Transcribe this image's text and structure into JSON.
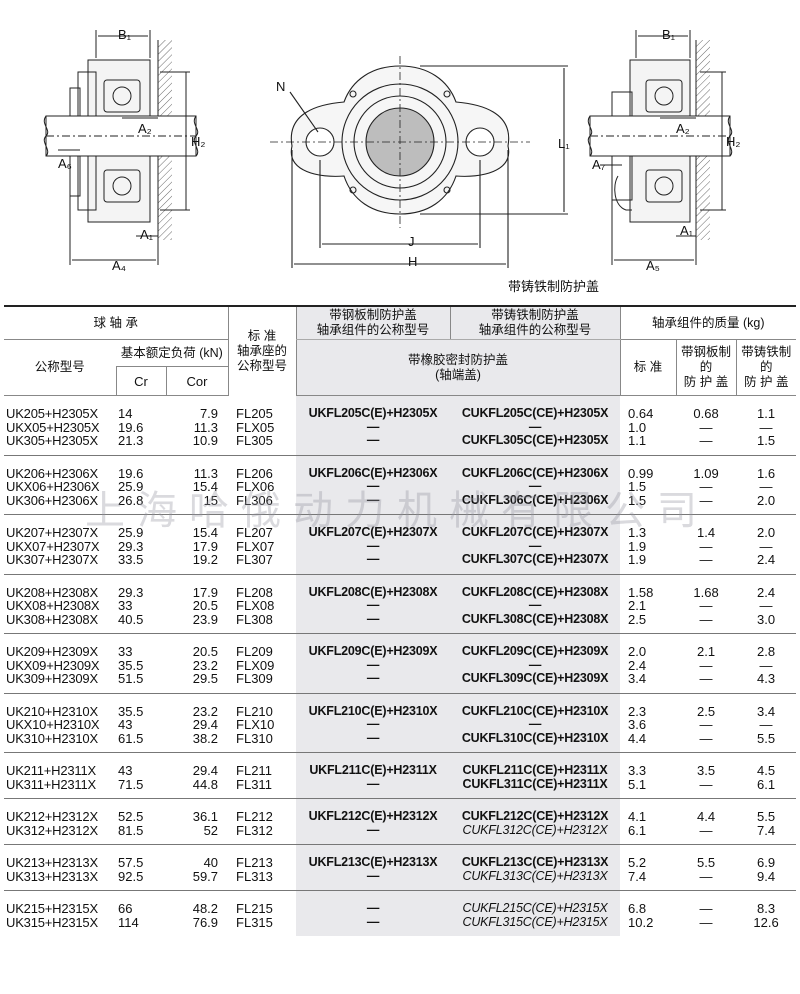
{
  "drawing_labels": {
    "left": {
      "b1": "B₁",
      "a2": "A₂",
      "h2": "H₂",
      "a6": "A₆",
      "a1": "A₁",
      "a4": "A₄"
    },
    "center": {
      "n": "N",
      "l1": "L₁",
      "j": "J",
      "h": "H"
    },
    "right": {
      "b1": "B₁",
      "a2": "A₂",
      "h2": "H₂",
      "a7": "A₇",
      "a1": "A₁",
      "a5": "A₅"
    },
    "caption": "带铸铁制防护盖"
  },
  "header": {
    "bearing": "球  轴  承",
    "model": "公称型号",
    "load": "基本额定负荷 (kN)",
    "cr": "Cr",
    "cor": "Cor",
    "std_l1": "标    准",
    "std_l2": "轴承座的",
    "std_l3": "公称型号",
    "steel_l1": "带钢板制防护盖",
    "steel_l2": "轴承组件的公称型号",
    "cast_l1": "带铸铁制防护盖",
    "cast_l2": "轴承组件的公称型号",
    "rubber_l1": "带橡胶密封防护盖",
    "rubber_l2": "(轴端盖)",
    "mass": "轴承组件的质量 (kg)",
    "m_std": "标    准",
    "m_steel_l1": "带钢板制",
    "m_steel_l2": "的",
    "m_steel_l3": "防 护 盖",
    "m_cast_l1": "带铸铁制",
    "m_cast_l2": "的",
    "m_cast_l3": "防 护 盖"
  },
  "watermark": "上海哈俄动力机械有限公司",
  "rows": [
    {
      "g": 1,
      "model": "UK205+H2305X",
      "cr": "14",
      "cor": "7.9",
      "hsg": "FL205",
      "a": "UKFL205C(E)+H2305X",
      "b": "CUKFL205C(CE)+H2305X",
      "m1": "0.64",
      "m2": "0.68",
      "m3": "1.1"
    },
    {
      "g": 1,
      "model": "UKX05+H2305X",
      "cr": "19.6",
      "cor": "11.3",
      "hsg": "FLX05",
      "a": "—",
      "b": "—",
      "m1": "1.0",
      "m2": "—",
      "m3": "—"
    },
    {
      "g": 1,
      "model": "UK305+H2305X",
      "cr": "21.3",
      "cor": "10.9",
      "hsg": "FL305",
      "a": "—",
      "b": "CUKFL305C(CE)+H2305X",
      "m1": "1.1",
      "m2": "—",
      "m3": "1.5"
    },
    {
      "g": 2,
      "model": "UK206+H2306X",
      "cr": "19.6",
      "cor": "11.3",
      "hsg": "FL206",
      "a": "UKFL206C(E)+H2306X",
      "b": "CUKFL206C(CE)+H2306X",
      "m1": "0.99",
      "m2": "1.09",
      "m3": "1.6"
    },
    {
      "g": 2,
      "model": "UKX06+H2306X",
      "cr": "25.9",
      "cor": "15.4",
      "hsg": "FLX06",
      "a": "—",
      "b": "—",
      "m1": "1.5",
      "m2": "—",
      "m3": "—"
    },
    {
      "g": 2,
      "model": "UK306+H2306X",
      "cr": "26.8",
      "cor": "15",
      "hsg": "FL306",
      "a": "—",
      "b": "CUKFL306C(CE)+H2306X",
      "m1": "1.5",
      "m2": "—",
      "m3": "2.0"
    },
    {
      "g": 3,
      "model": "UK207+H2307X",
      "cr": "25.9",
      "cor": "15.4",
      "hsg": "FL207",
      "a": "UKFL207C(E)+H2307X",
      "b": "CUKFL207C(CE)+H2307X",
      "m1": "1.3",
      "m2": "1.4",
      "m3": "2.0"
    },
    {
      "g": 3,
      "model": "UKX07+H2307X",
      "cr": "29.3",
      "cor": "17.9",
      "hsg": "FLX07",
      "a": "—",
      "b": "—",
      "m1": "1.9",
      "m2": "—",
      "m3": "—"
    },
    {
      "g": 3,
      "model": "UK307+H2307X",
      "cr": "33.5",
      "cor": "19.2",
      "hsg": "FL307",
      "a": "—",
      "b": "CUKFL307C(CE)+H2307X",
      "m1": "1.9",
      "m2": "—",
      "m3": "2.4"
    },
    {
      "g": 4,
      "model": "UK208+H2308X",
      "cr": "29.3",
      "cor": "17.9",
      "hsg": "FL208",
      "a": "UKFL208C(E)+H2308X",
      "b": "CUKFL208C(CE)+H2308X",
      "m1": "1.58",
      "m2": "1.68",
      "m3": "2.4"
    },
    {
      "g": 4,
      "model": "UKX08+H2308X",
      "cr": "33",
      "cor": "20.5",
      "hsg": "FLX08",
      "a": "—",
      "b": "—",
      "m1": "2.1",
      "m2": "—",
      "m3": "—"
    },
    {
      "g": 4,
      "model": "UK308+H2308X",
      "cr": "40.5",
      "cor": "23.9",
      "hsg": "FL308",
      "a": "—",
      "b": "CUKFL308C(CE)+H2308X",
      "m1": "2.5",
      "m2": "—",
      "m3": "3.0"
    },
    {
      "g": 5,
      "model": "UK209+H2309X",
      "cr": "33",
      "cor": "20.5",
      "hsg": "FL209",
      "a": "UKFL209C(E)+H2309X",
      "b": "CUKFL209C(CE)+H2309X",
      "m1": "2.0",
      "m2": "2.1",
      "m3": "2.8"
    },
    {
      "g": 5,
      "model": "UKX09+H2309X",
      "cr": "35.5",
      "cor": "23.2",
      "hsg": "FLX09",
      "a": "—",
      "b": "—",
      "m1": "2.4",
      "m2": "—",
      "m3": "—"
    },
    {
      "g": 5,
      "model": "UK309+H2309X",
      "cr": "51.5",
      "cor": "29.5",
      "hsg": "FL309",
      "a": "—",
      "b": "CUKFL309C(CE)+H2309X",
      "m1": "3.4",
      "m2": "—",
      "m3": "4.3"
    },
    {
      "g": 6,
      "model": "UK210+H2310X",
      "cr": "35.5",
      "cor": "23.2",
      "hsg": "FL210",
      "a": "UKFL210C(E)+H2310X",
      "b": "CUKFL210C(CE)+H2310X",
      "m1": "2.3",
      "m2": "2.5",
      "m3": "3.4"
    },
    {
      "g": 6,
      "model": "UKX10+H2310X",
      "cr": "43",
      "cor": "29.4",
      "hsg": "FLX10",
      "a": "—",
      "b": "—",
      "m1": "3.6",
      "m2": "—",
      "m3": "—"
    },
    {
      "g": 6,
      "model": "UK310+H2310X",
      "cr": "61.5",
      "cor": "38.2",
      "hsg": "FL310",
      "a": "—",
      "b": "CUKFL310C(CE)+H2310X",
      "m1": "4.4",
      "m2": "—",
      "m3": "5.5"
    },
    {
      "g": 7,
      "model": "UK211+H2311X",
      "cr": "43",
      "cor": "29.4",
      "hsg": "FL211",
      "a": "UKFL211C(E)+H2311X",
      "b": "CUKFL211C(CE)+H2311X",
      "m1": "3.3",
      "m2": "3.5",
      "m3": "4.5"
    },
    {
      "g": 7,
      "model": "UK311+H2311X",
      "cr": "71.5",
      "cor": "44.8",
      "hsg": "FL311",
      "a": "—",
      "b": "CUKFL311C(CE)+H2311X",
      "m1": "5.1",
      "m2": "—",
      "m3": "6.1"
    },
    {
      "g": 8,
      "model": "UK212+H2312X",
      "cr": "52.5",
      "cor": "36.1",
      "hsg": "FL212",
      "a": "UKFL212C(E)+H2312X",
      "b": "CUKFL212C(CE)+H2312X",
      "m1": "4.1",
      "m2": "4.4",
      "m3": "5.5"
    },
    {
      "g": 8,
      "model": "UK312+H2312X",
      "cr": "81.5",
      "cor": "52",
      "hsg": "FL312",
      "a": "—",
      "b": "CUKFL312C(CE)+H2312X",
      "bit": true,
      "m1": "6.1",
      "m2": "—",
      "m3": "7.4"
    },
    {
      "g": 9,
      "model": "UK213+H2313X",
      "cr": "57.5",
      "cor": "40",
      "hsg": "FL213",
      "a": "UKFL213C(E)+H2313X",
      "b": "CUKFL213C(CE)+H2313X",
      "m1": "5.2",
      "m2": "5.5",
      "m3": "6.9"
    },
    {
      "g": 9,
      "model": "UK313+H2313X",
      "cr": "92.5",
      "cor": "59.7",
      "hsg": "FL313",
      "a": "—",
      "b": "CUKFL313C(CE)+H2313X",
      "bit": true,
      "m1": "7.4",
      "m2": "—",
      "m3": "9.4"
    },
    {
      "g": 10,
      "model": "UK215+H2315X",
      "cr": "66",
      "cor": "48.2",
      "hsg": "FL215",
      "a": "—",
      "b": "CUKFL215C(CE)+H2315X",
      "bit": true,
      "m1": "6.8",
      "m2": "—",
      "m3": "8.3"
    },
    {
      "g": 10,
      "model": "UK315+H2315X",
      "cr": "114",
      "cor": "76.9",
      "hsg": "FL315",
      "a": "—",
      "b": "CUKFL315C(CE)+H2315X",
      "bit": true,
      "m1": "10.2",
      "m2": "—",
      "m3": "12.6"
    }
  ]
}
